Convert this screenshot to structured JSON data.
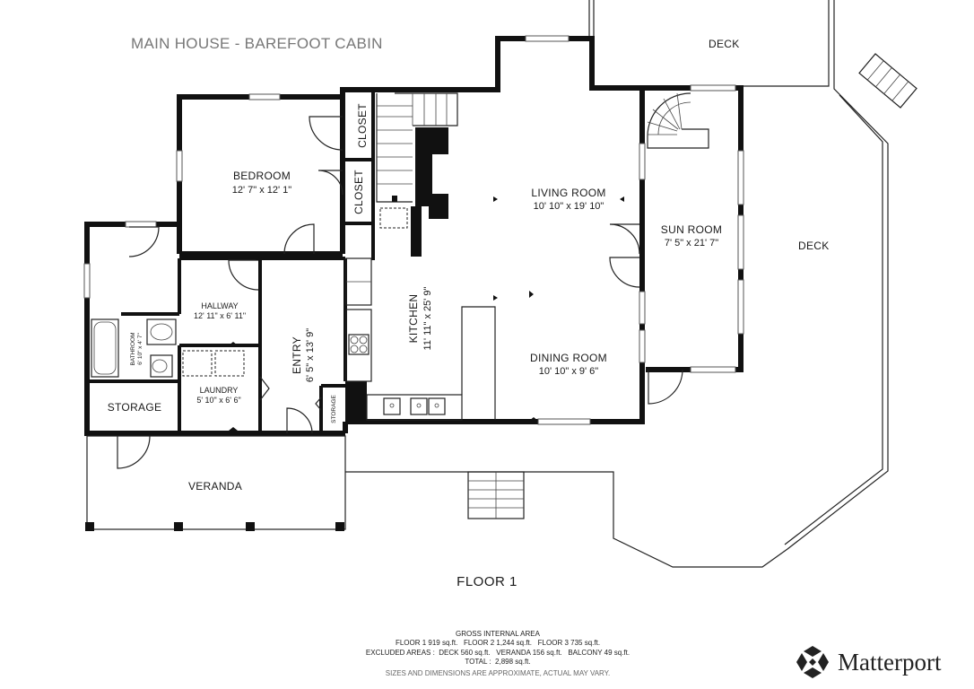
{
  "title": "MAIN HOUSE - BAREFOOT CABIN",
  "floor_label": "FLOOR 1",
  "rooms": {
    "bedroom": {
      "name": "BEDROOM",
      "dims": "12' 7\" x 12' 1\""
    },
    "closet_top": {
      "name": "CLOSET"
    },
    "closet_bottom": {
      "name": "CLOSET"
    },
    "living_room": {
      "name": "LIVING ROOM",
      "dims": "10' 10\" x 19' 10\""
    },
    "sun_room": {
      "name": "SUN ROOM",
      "dims": "7' 5\" x 21' 7\""
    },
    "deck_top": {
      "name": "DECK"
    },
    "deck_right": {
      "name": "DECK"
    },
    "hallway": {
      "name": "HALLWAY",
      "dims": "12' 11\" x 6' 11\""
    },
    "bathroom": {
      "name": "BATHROOM",
      "dims": "6' 10\" x 4' 7\""
    },
    "laundry": {
      "name": "LAUNDRY",
      "dims": "5' 10\" x 6' 6\""
    },
    "storage": {
      "name": "STORAGE"
    },
    "storage_small": {
      "name": "STORAGE"
    },
    "entry": {
      "name": "ENTRY",
      "dims": "6' 5\" x 13' 9\""
    },
    "kitchen": {
      "name": "KITCHEN",
      "dims": "11' 11\" x 25' 9\""
    },
    "dining_room": {
      "name": "DINING ROOM",
      "dims": "10' 10\" x 9' 6\""
    },
    "veranda": {
      "name": "VERANDA"
    }
  },
  "area_summary": {
    "heading": "GROSS INTERNAL AREA",
    "line1": "FLOOR 1 919 sq.ft.   FLOOR 2 1,244 sq.ft.   FLOOR 3 735 sq.ft.",
    "line2": "EXCLUDED AREAS :  DECK 560 sq.ft.   VERANDA 156 sq.ft.   BALCONY 49 sq.ft.",
    "line3": "TOTAL :  2,898 sq.ft.",
    "note": "SIZES AND DIMENSIONS ARE APPROXIMATE, ACTUAL MAY VARY."
  },
  "brand": {
    "name": "Matterport",
    "icon": "matterport-logo-icon",
    "color": "#222222"
  }
}
